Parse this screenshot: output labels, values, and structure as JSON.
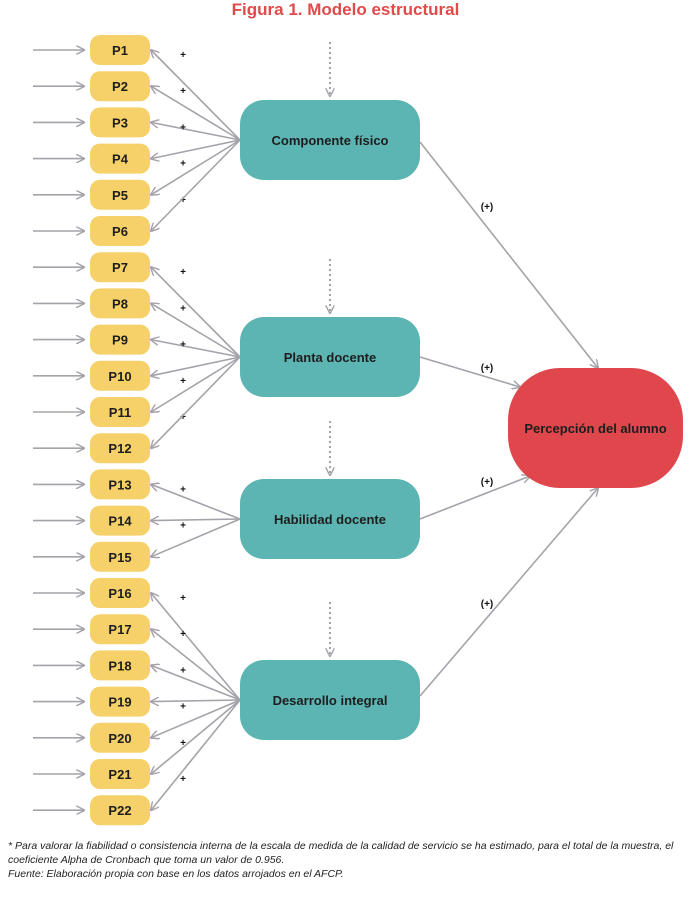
{
  "title": "Figura 1. Modelo estructural",
  "colors": {
    "title": "#e04a4a",
    "item_box": "#f6d16a",
    "component_box": "#5cb5b2",
    "outcome_box": "#e0474c",
    "arrow": "#a3a3aa"
  },
  "diagram": {
    "items": [
      "P1",
      "P2",
      "P3",
      "P4",
      "P5",
      "P6",
      "P7",
      "P8",
      "P9",
      "P10",
      "P11",
      "P12",
      "P13",
      "P14",
      "P15",
      "P16",
      "P17",
      "P18",
      "P19",
      "P20",
      "P21",
      "P22"
    ],
    "item_sign": "+",
    "components": [
      {
        "label": "Componente físico",
        "items": [
          "P1",
          "P2",
          "P3",
          "P4",
          "P5",
          "P6"
        ]
      },
      {
        "label": "Planta docente",
        "items": [
          "P7",
          "P8",
          "P9",
          "P10",
          "P11",
          "P12"
        ]
      },
      {
        "label": "Habilidad docente",
        "items": [
          "P13",
          "P14",
          "P15"
        ]
      },
      {
        "label": "Desarrollo integral",
        "items": [
          "P16",
          "P17",
          "P18",
          "P19",
          "P20",
          "P21",
          "P22"
        ]
      }
    ],
    "outcome": "Percepción del alumno",
    "path_sign": "(+)"
  },
  "footnote": {
    "note": "* Para valorar la fiabilidad o consistencia interna de la escala de medida de la calidad de servicio se ha estimado, para el total de la muestra, el coeficiente Alpha de Cronbach que toma un valor de 0.956.",
    "source": "Fuente: Elaboración propia con base en los datos arrojados en el AFCP."
  }
}
